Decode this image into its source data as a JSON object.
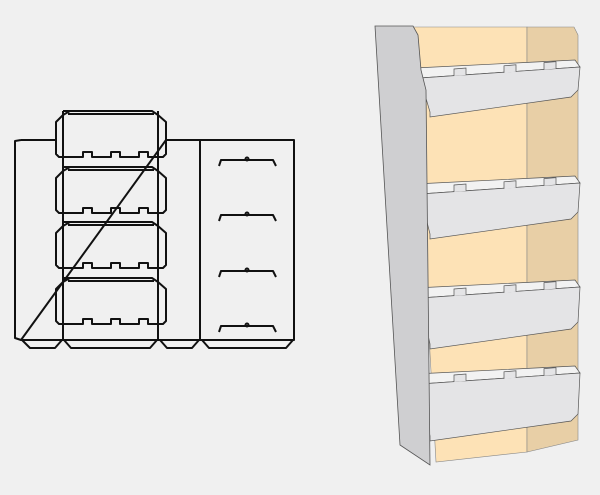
{
  "figure": {
    "left_view": "flat-dieline",
    "right_view": "assembled-display-stand",
    "shelf_count": 4,
    "colors": {
      "background": "#f0f0f0",
      "dieline_stroke": "#111111",
      "side_panel": "#cfcfd1",
      "back_panel": "#fde2b6",
      "back_panel_side": "#e8cfa6",
      "shelf": "#e4e4e6"
    }
  }
}
